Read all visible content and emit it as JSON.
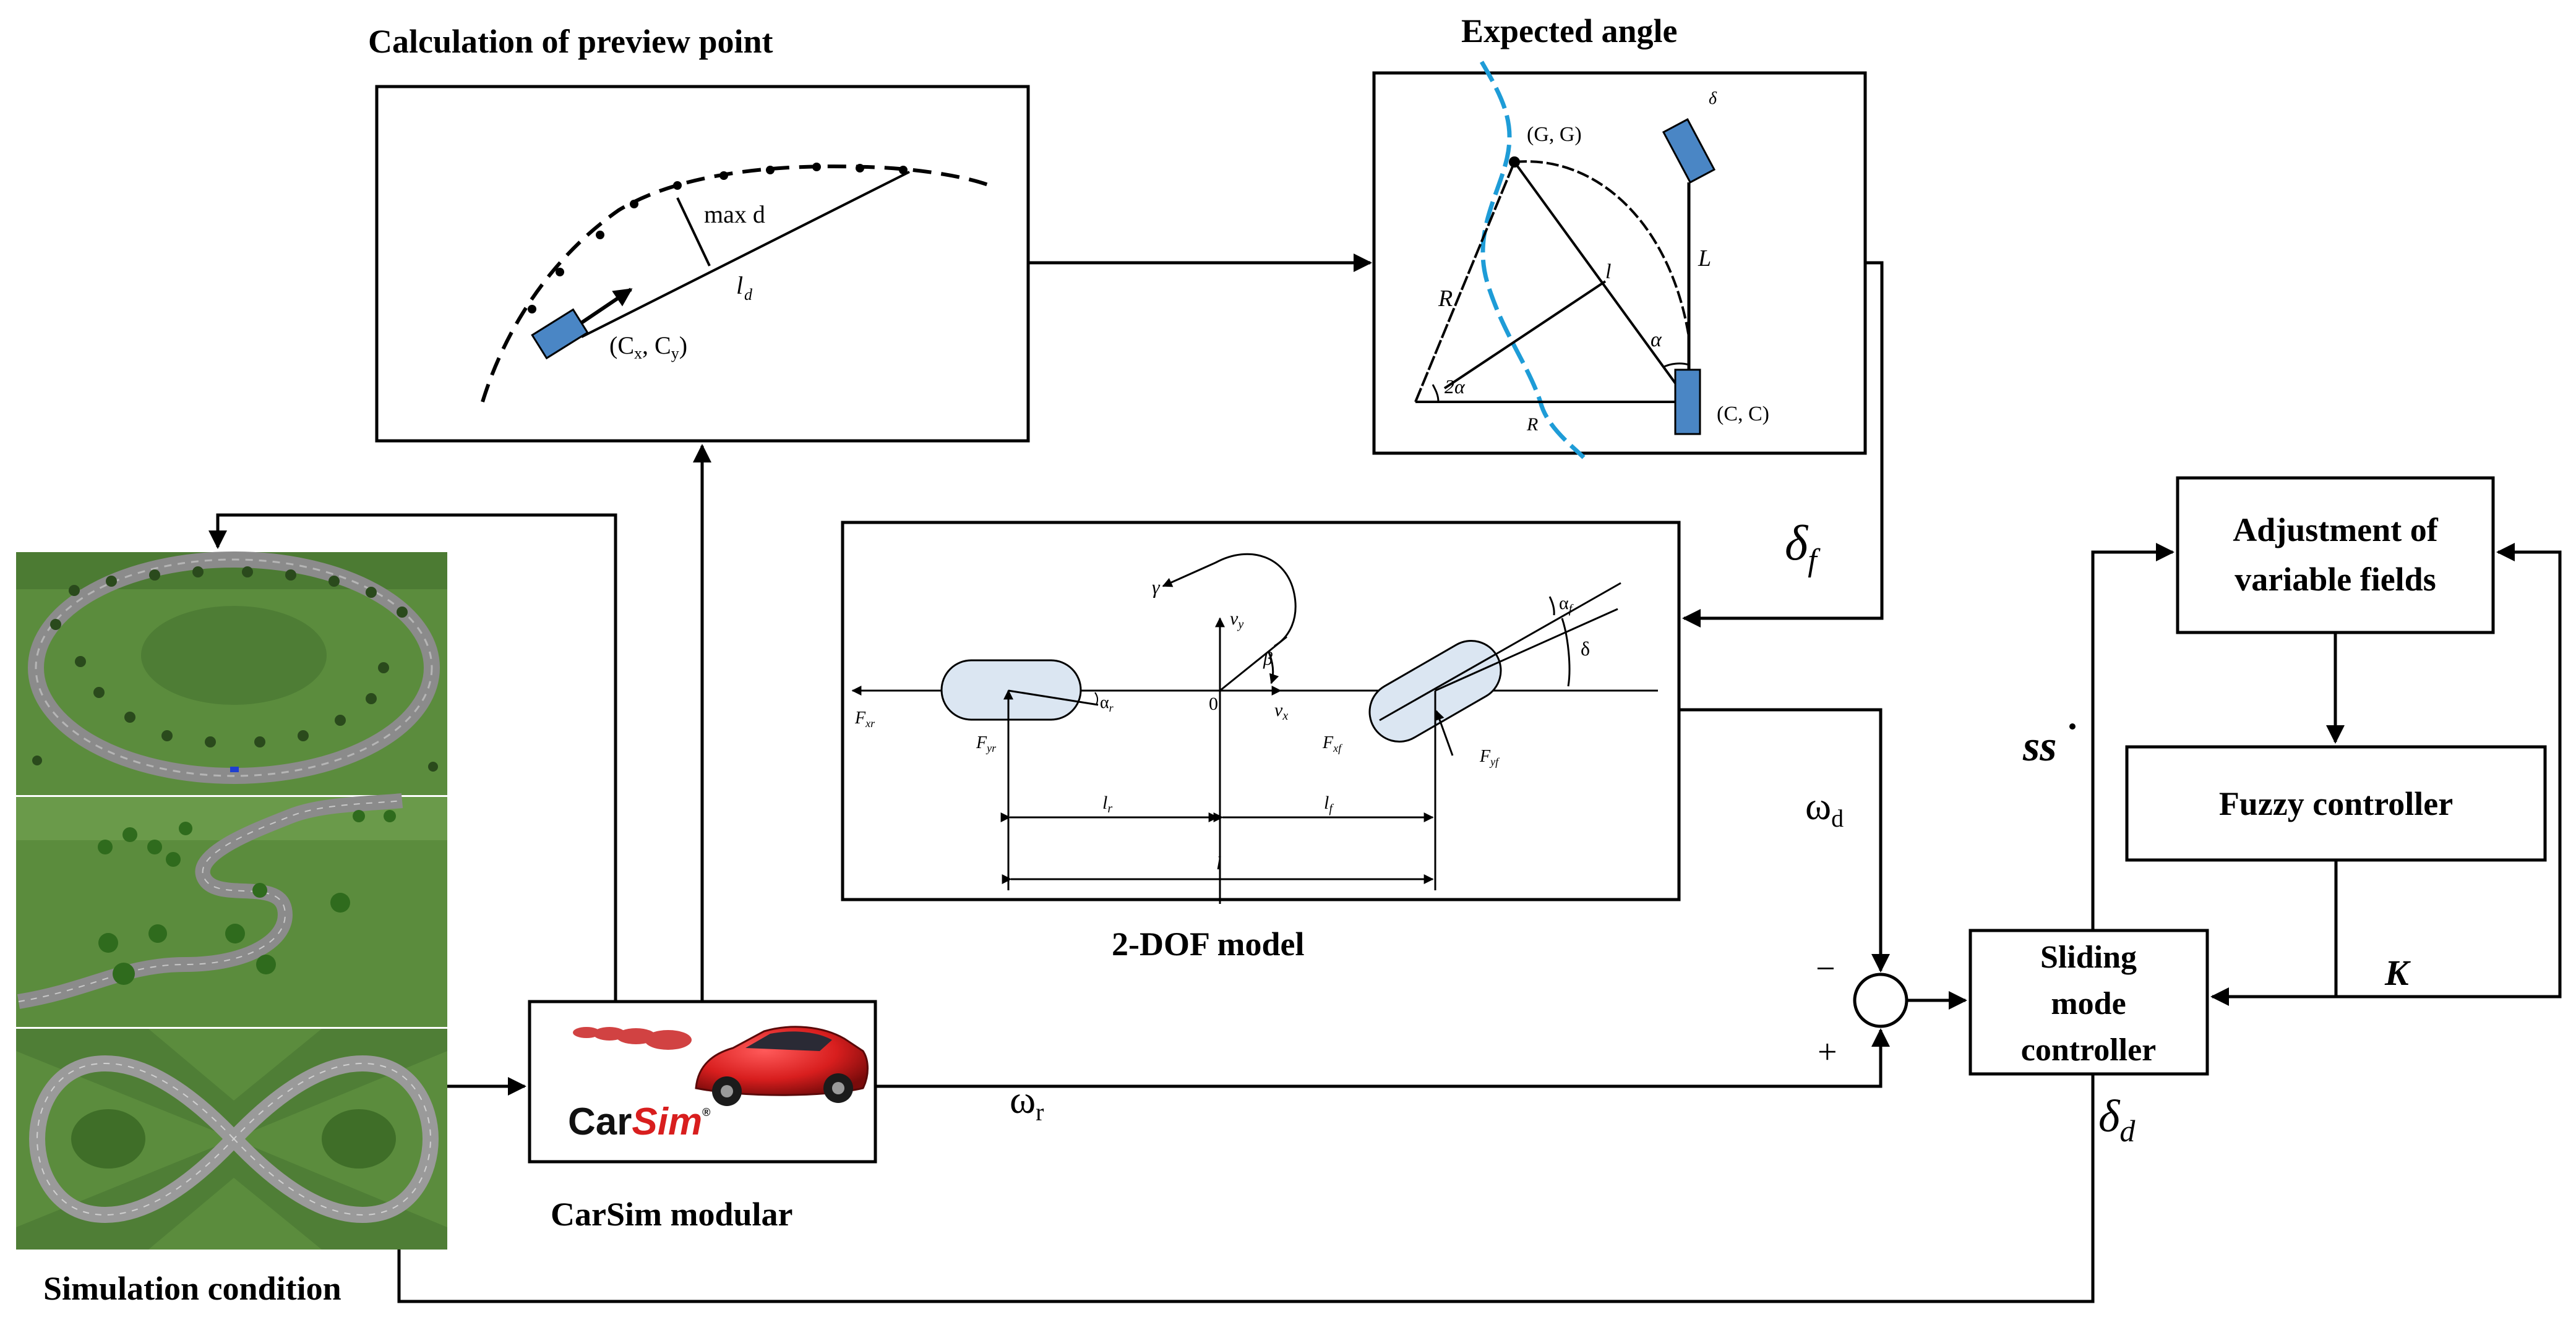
{
  "labels": {
    "preview_title": "Calculation of preview point",
    "expected_title": "Expected angle",
    "dof_title": "2-DOF model",
    "carsim_title": "CarSim modular",
    "sim_title": "Simulation condition",
    "adjust_line1": "Adjustment of",
    "adjust_line2": "variable fields",
    "fuzzy": "Fuzzy controller",
    "smc_line1": "Sliding",
    "smc_line2": "mode",
    "smc_line3": "controller"
  },
  "signals": {
    "delta_f": "δ",
    "delta_f_sub": "f",
    "omega_d": "ω",
    "omega_d_sub": "d",
    "omega_r": "ω",
    "omega_r_sub": "r",
    "delta_d": "δ",
    "delta_d_sub": "d",
    "K": "K",
    "ss_dot": "ss",
    "minus": "−",
    "plus": "+"
  },
  "preview_inset": {
    "max_d": "max d",
    "ld": "l",
    "ld_sub": "d",
    "car_pos": "(C",
    "car_pos_rest": ", C",
    "car_pos_end": ")"
  },
  "expected_inset": {
    "target_point": "(G, G)",
    "R": "R",
    "L": "L",
    "alpha": "α",
    "two_alpha": "2α",
    "ld": "l",
    "car_pos": "(C, C)",
    "delta": "δ"
  },
  "dof_inset": {
    "gamma": "γ",
    "vy": "v",
    "vy_sub": "y",
    "vx": "v",
    "vx_sub": "x",
    "beta": "β",
    "origin": "0",
    "delta": "δ",
    "alpha_f": "α",
    "alpha_f_sub": "f",
    "alpha_r": "α",
    "alpha_r_sub": "r",
    "Fxr": "F",
    "Fxr_sub": "xr",
    "Fyr": "F",
    "Fyr_sub": "yr",
    "Fxf": "F",
    "Fxf_sub": "xf",
    "Fyf": "F",
    "Fyf_sub": "yf",
    "lr": "l",
    "lr_sub": "r",
    "lf": "l",
    "lf_sub": "f",
    "l": "l"
  },
  "carsim_logo": {
    "car": "Car",
    "sim": "Sim",
    "reg": "®"
  },
  "colors": {
    "vehicle_blue": "#4a86c5",
    "path_blue": "#1e9cd7",
    "grass": "#5a8a3c",
    "road": "#8d8d8d",
    "carsim_red": "#d81e1e"
  }
}
